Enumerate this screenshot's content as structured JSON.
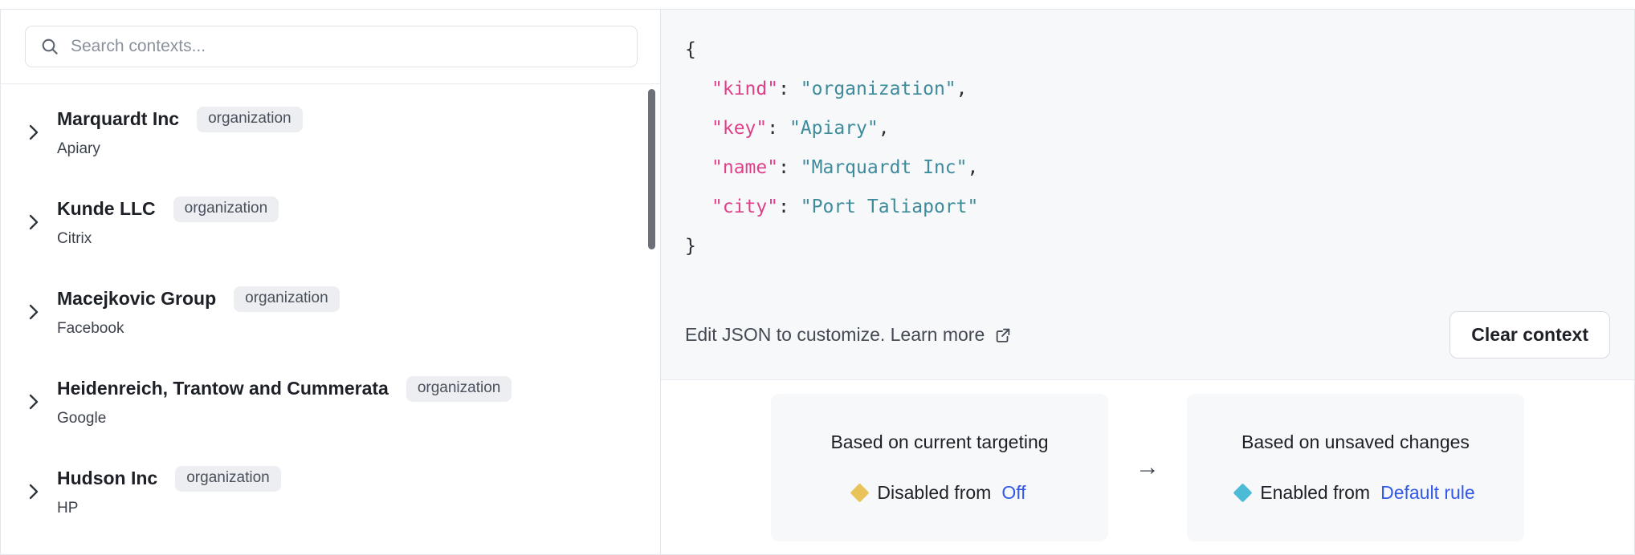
{
  "search": {
    "placeholder": "Search contexts...",
    "value": "",
    "icon": "search-icon"
  },
  "context_list": {
    "items": [
      {
        "name": "Marquardt Inc",
        "badge": "organization",
        "sub": "Apiary",
        "chevron": "chevron-right-icon"
      },
      {
        "name": "Kunde LLC",
        "badge": "organization",
        "sub": "Citrix",
        "chevron": "chevron-right-icon"
      },
      {
        "name": "Macejkovic Group",
        "badge": "organization",
        "sub": "Facebook",
        "chevron": "chevron-right-icon"
      },
      {
        "name": "Heidenreich, Trantow and Cummerata",
        "badge": "organization",
        "sub": "Google",
        "chevron": "chevron-right-icon"
      },
      {
        "name": "Hudson Inc",
        "badge": "organization",
        "sub": "HP",
        "chevron": "chevron-right-icon"
      }
    ]
  },
  "json_panel": {
    "open_brace": "{",
    "close_brace": "}",
    "lines": [
      {
        "key": "\"kind\"",
        "colon": ": ",
        "value": "\"organization\"",
        "comma": ","
      },
      {
        "key": "\"key\"",
        "colon": ": ",
        "value": "\"Apiary\"",
        "comma": ","
      },
      {
        "key": "\"name\"",
        "colon": ": ",
        "value": "\"Marquardt Inc\"",
        "comma": ","
      },
      {
        "key": "\"city\"",
        "colon": ": ",
        "value": "\"Port Taliaport\"",
        "comma": ""
      }
    ],
    "edit_hint": "Edit JSON to customize. Learn more",
    "external_link_icon": "external-link-icon",
    "clear_button": "Clear context",
    "key_color": "#e0408a",
    "value_color": "#3d8b9b",
    "background": "#f7f8fa"
  },
  "comparison": {
    "arrow": "→",
    "left_card": {
      "title": "Based on current targeting",
      "status_prefix": "Disabled from",
      "status_link": "Off",
      "diamond_color": "#e8c35a",
      "diamond_name": "variation-diamond-icon"
    },
    "right_card": {
      "title": "Based on unsaved changes",
      "status_prefix": "Enabled from",
      "status_link": "Default rule",
      "diamond_color": "#4cbcd6",
      "diamond_name": "variation-diamond-icon"
    },
    "link_color": "#3259e8"
  }
}
